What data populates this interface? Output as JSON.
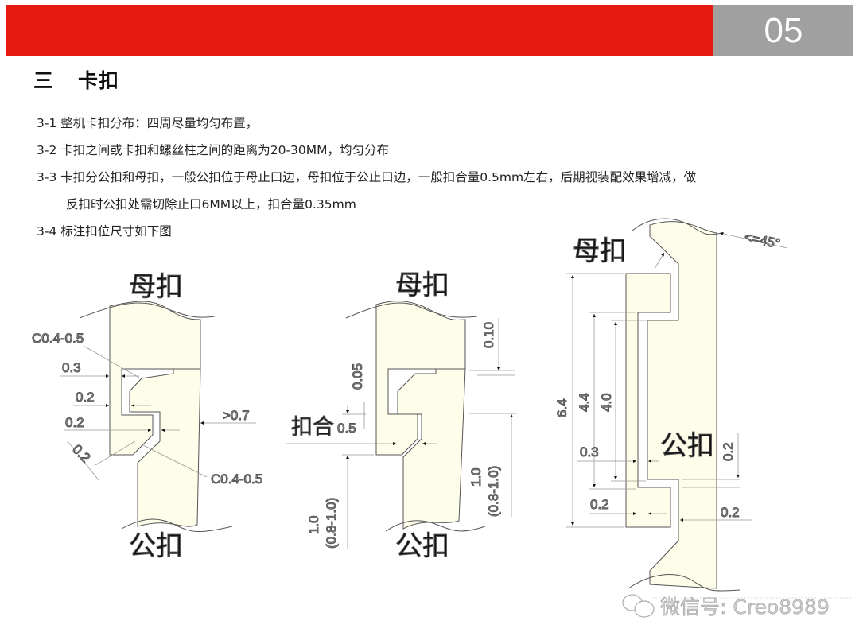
{
  "header": {
    "page_number": "05",
    "accent_color": "#e8190f",
    "badge_color": "#a0a0a0"
  },
  "section": {
    "number": "三",
    "title": "卡扣"
  },
  "items": [
    "3-1 整机卡扣分布：四周尽量均匀布置，",
    "3-2 卡扣之间或卡扣和螺丝柱之间的距离为20-30MM，均匀分布",
    "3-3 卡扣分公扣和母扣，一般公扣位于母止口边，母扣位于公止口边，一般扣合量0.5mm左右，后期视装配效果增减，做",
    "反扣时公扣处需切除止口6MM以上，扣合量0.35mm",
    "3-4 标注扣位尺寸如下图"
  ],
  "drawings": {
    "d1": {
      "female": "母扣",
      "male": "公扣",
      "chamfer_top": "C0.4-0.5",
      "d03": "0.3",
      "d02a": "0.2",
      "d02b": "0.2",
      "d02c": "0.2",
      "wall": ">0.7",
      "chamfer_bottom": "C0.4-0.5"
    },
    "d2": {
      "female": "母扣",
      "male": "公扣",
      "d010": "0.10",
      "d005": "0.05",
      "engage_label": "扣合",
      "engage": "0.5",
      "left_len": "1.0",
      "left_range": "(0.8-1.0)",
      "right_len": "1.0",
      "right_range": "(0.8-1.0)"
    },
    "d3": {
      "female": "母扣",
      "male": "公扣",
      "angle": "<=45°",
      "d64": "6.4",
      "d44": "4.4",
      "d40": "4.0",
      "d03": "0.3",
      "d02a": "0.2",
      "d02b": "0.2",
      "d02c": "0.2"
    }
  },
  "watermark": {
    "icon": "wechat-icon",
    "text": "微信号: Creo8989"
  }
}
